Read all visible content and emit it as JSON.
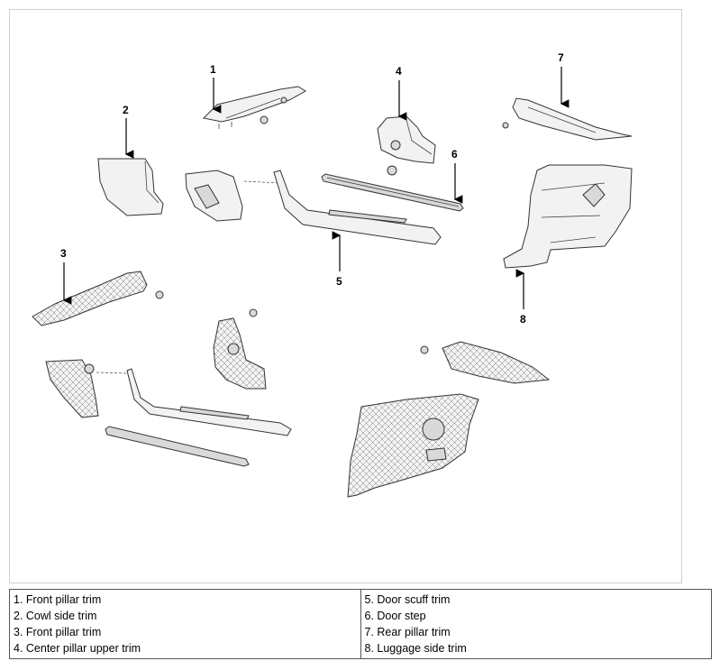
{
  "callouts": [
    "1",
    "2",
    "3",
    "4",
    "5",
    "6",
    "7",
    "8"
  ],
  "legend": {
    "left": [
      "1. Front pillar trim",
      "2. Cowl side trim",
      "3. Front pillar trim",
      "4. Center pillar upper trim"
    ],
    "right": [
      "5. Door scuff trim",
      "6. Door step",
      "7. Rear pillar trim",
      "8. Luggage side trim"
    ]
  }
}
